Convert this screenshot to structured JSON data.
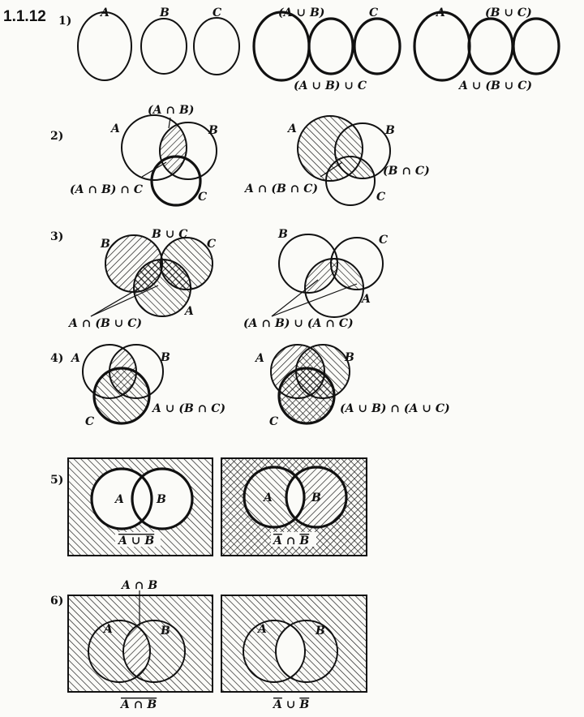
{
  "problem_number": "1.1.12",
  "parts": {
    "p1": {
      "num": "1)",
      "a": "A",
      "b": "B",
      "c": "C",
      "ab": "(A ∪ B)",
      "c2": "C",
      "a2": "A",
      "bc": "(B ∪ C)",
      "res1": "(A ∪ B) ∪ C",
      "res2": "A ∪ (B ∪ C)"
    },
    "p2": {
      "num": "2)",
      "ab": "(A ∩ B)",
      "a": "A",
      "b": "B",
      "c": "C",
      "res1": "(A ∩ B) ∩ C",
      "a2": "A",
      "b2": "B",
      "c2": "C",
      "bc": "(B ∩ C)",
      "res2": "A ∩ (B ∩ C)"
    },
    "p3": {
      "num": "3)",
      "buc": "B ∪ C",
      "b": "B",
      "c": "C",
      "a": "A",
      "res1": "A ∩ (B ∪ C)",
      "b2": "B",
      "c2": "C",
      "a2": "A",
      "res2": "(A ∩ B) ∪ (A ∩ C)"
    },
    "p4": {
      "num": "4)",
      "a": "A",
      "b": "B",
      "c": "C",
      "res1": "A ∪ (B ∩ C)",
      "a2": "A",
      "b2": "B",
      "c2": "C",
      "res2": "(A ∪ B) ∩ (A ∪ C)"
    },
    "p5": {
      "num": "5)",
      "a": "A",
      "b": "B",
      "res1": "A ∪ B",
      "a2": "A",
      "b2": "B",
      "res2_a": "A",
      "res2_op": " ∩ ",
      "res2_b": "B"
    },
    "p6": {
      "num": "6)",
      "ab": "A ∩ B",
      "a": "A",
      "b": "B",
      "res1": "A ∩ B",
      "a2": "A",
      "b2": "B",
      "res2_a": "A",
      "res2_op": " ∪ ",
      "res2_b": "B"
    }
  }
}
